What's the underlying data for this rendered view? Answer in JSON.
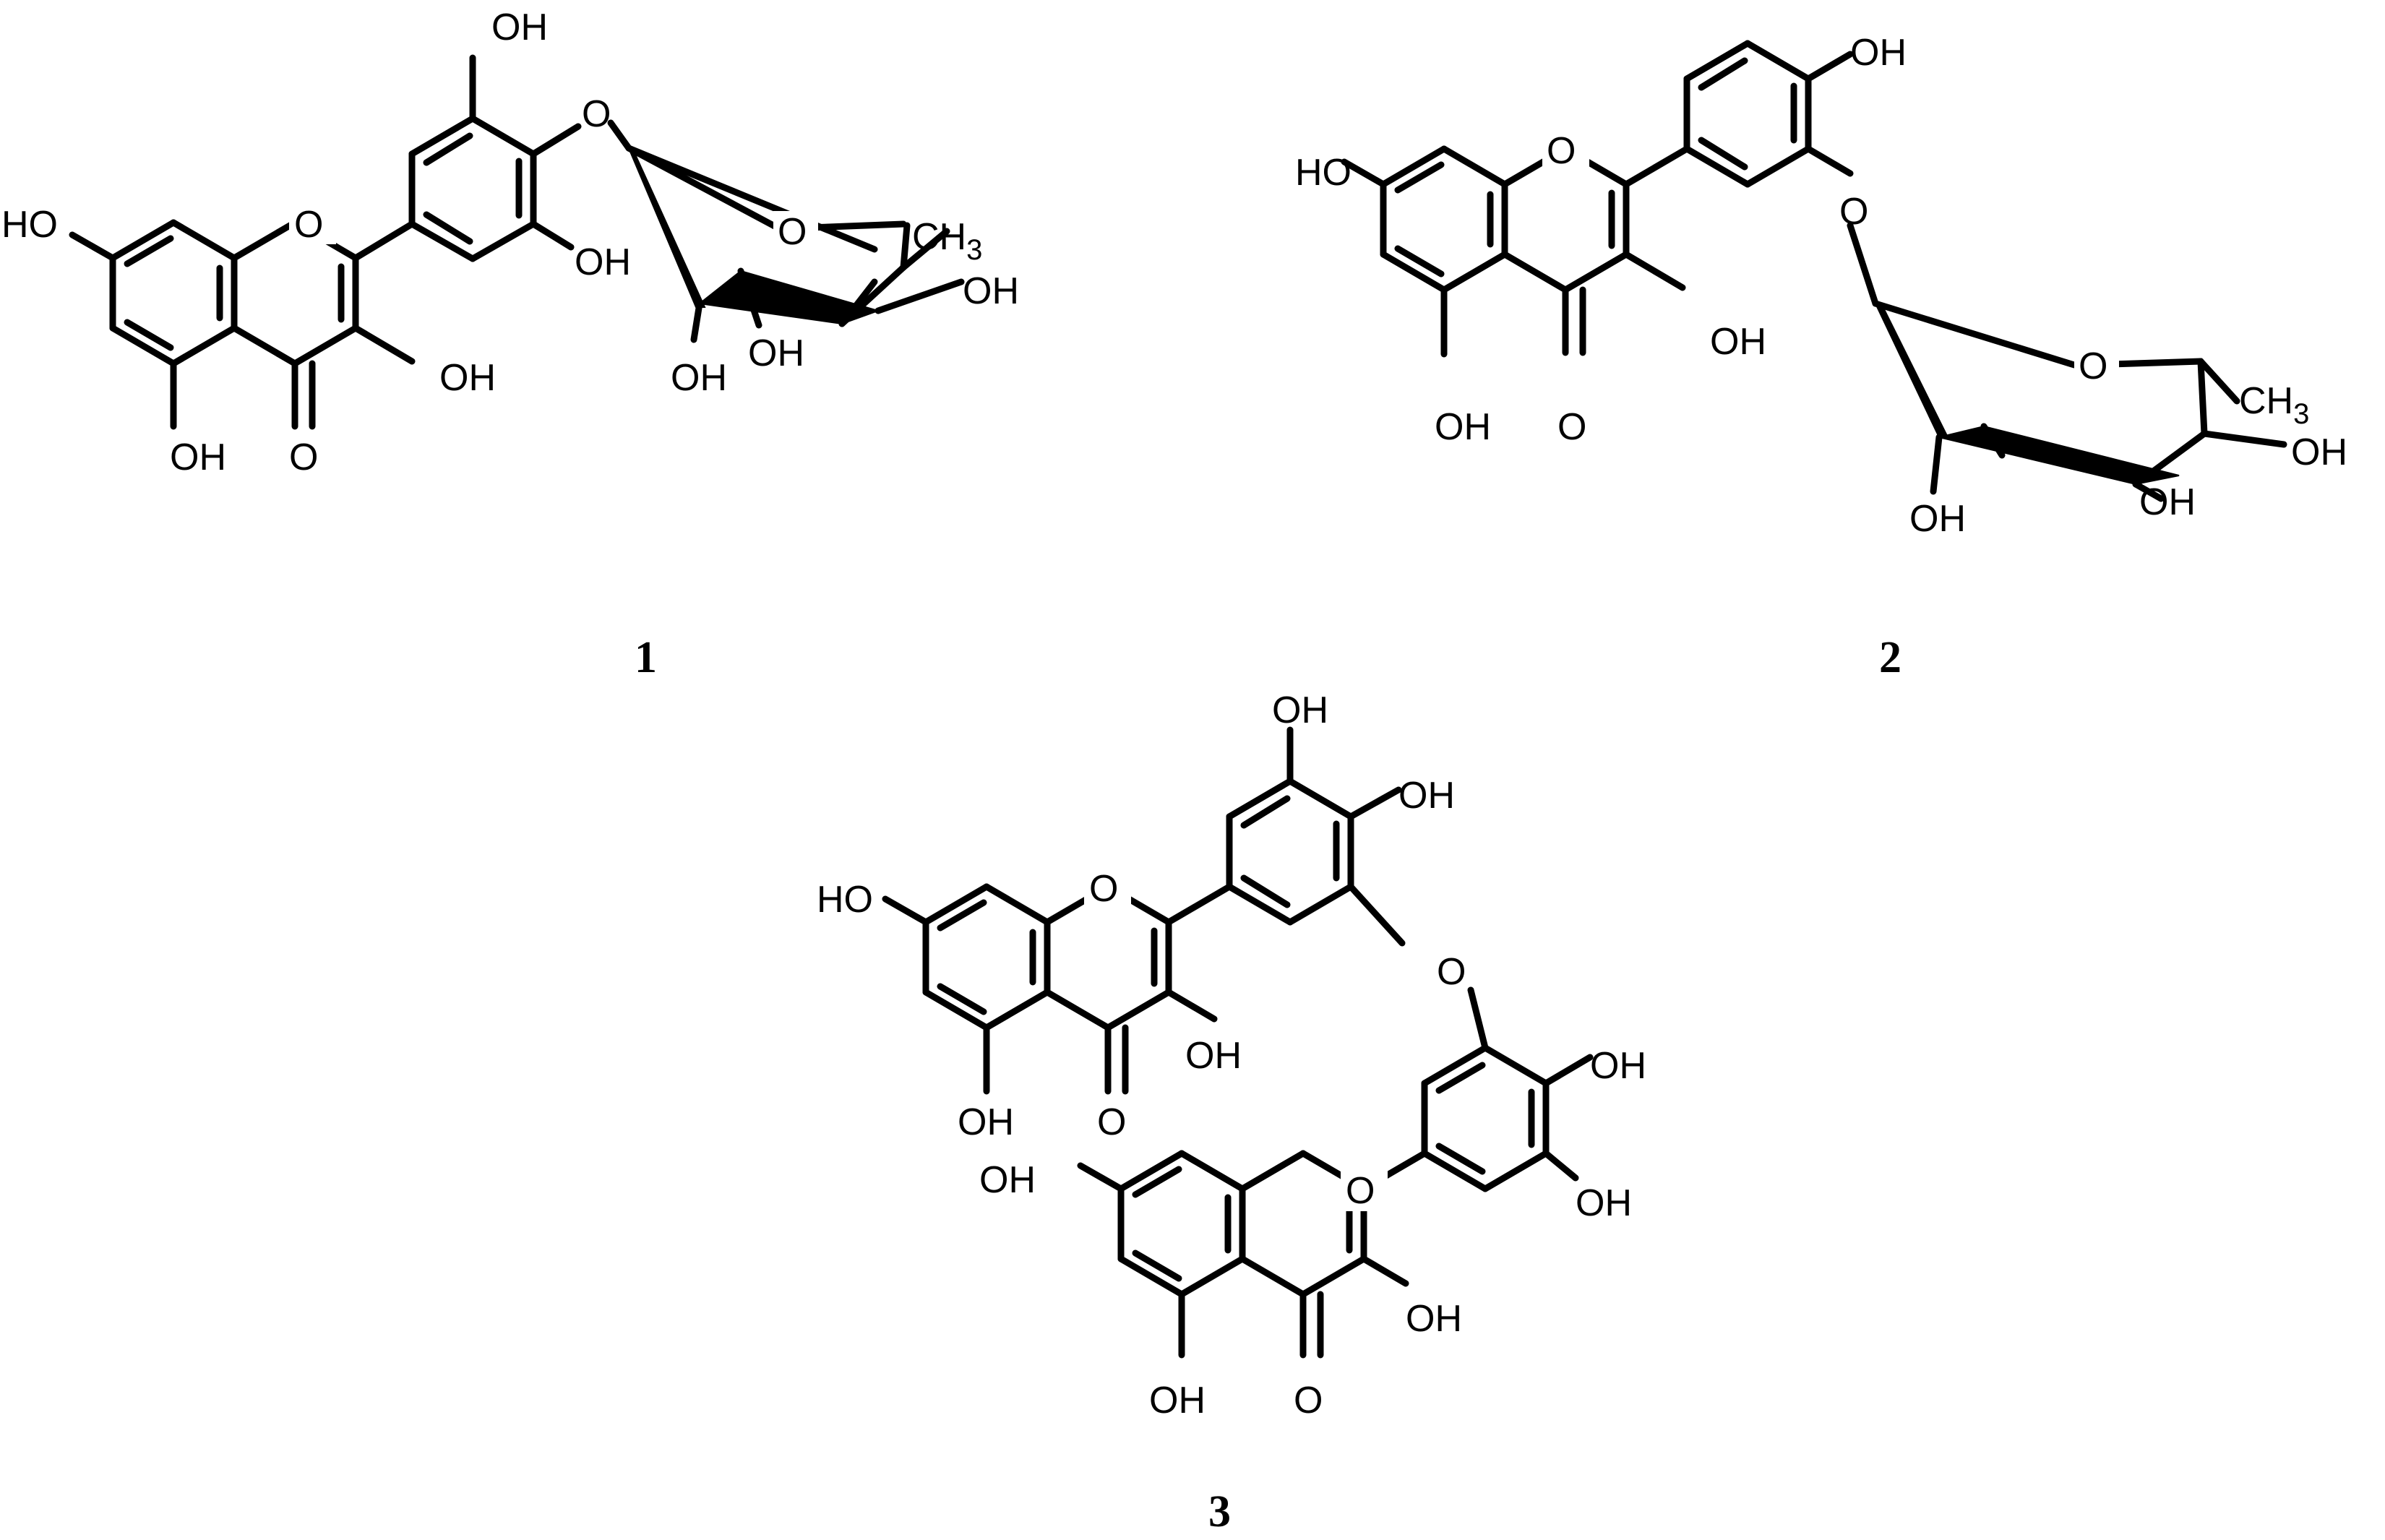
{
  "compounds": [
    {
      "label": "1"
    },
    {
      "label": "2"
    },
    {
      "label": "3"
    }
  ],
  "atom_text": {
    "oh": "OH",
    "ho": "HO",
    "o": "O",
    "ch3_main": "CH",
    "ch3_sub": "3"
  }
}
